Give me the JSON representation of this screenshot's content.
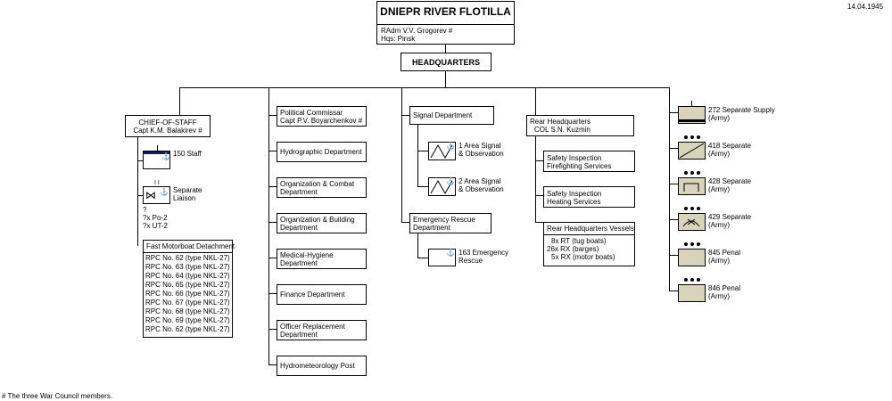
{
  "date": "14.04.1945",
  "title": "DNIEPR RIVER FLOTILLA",
  "commander": "RAdm  V.V. Grogorev #",
  "hqs": "Hqs:  Pinsk",
  "headquarters": "HEADQUARTERS",
  "chief_of_staff": {
    "line1": "CHIEF-OF-STAFF",
    "line2": "Capt  K.M. Balakirev #"
  },
  "staff_unit": "150 Staff",
  "liaison": {
    "line1": "Separate",
    "line2": "Liaison"
  },
  "aircraft": {
    "q": "?",
    "po2": "?x  Po-2",
    "ut2": "?x  UT-2"
  },
  "motorboat": {
    "title": "Fast Motorboat Detachment",
    "items": [
      "RPC No. 62 (type NKL-27)",
      "RPC No. 63 (type NKL-27)",
      "RPC No. 64 (type NKL-27)",
      "RPC No. 65 (type NKL-27)",
      "RPC No. 66 (type NKL-27)",
      "RPC No. 67 (type NKL-27)",
      "RPC No. 68 (type NKL-27)",
      "RPC No. 69 (type NKL-27)",
      "RPC No. 62 (type NKL-27)"
    ]
  },
  "departments": [
    {
      "l1": "Political Commissar",
      "l2": "Capt  P.V. Boyarchenkov #"
    },
    {
      "l1": "Hydrographic Department",
      "l2": ""
    },
    {
      "l1": "Organization & Combat",
      "l2": "Department"
    },
    {
      "l1": "Organization & Building",
      "l2": "Department"
    },
    {
      "l1": "Medical-Hygiene",
      "l2": "Department"
    },
    {
      "l1": "Finance Department",
      "l2": ""
    },
    {
      "l1": "Officer Replacement",
      "l2": "Department"
    },
    {
      "l1": "Hydrometeorology Post",
      "l2": ""
    }
  ],
  "signal": {
    "title": "Signal Department",
    "u1": {
      "l1": "1 Area Signal",
      "l2": "& Observation"
    },
    "u2": {
      "l1": "2 Area Signal",
      "l2": "& Observation"
    }
  },
  "rescue": {
    "l1": "Emergency Rescue",
    "l2": "Department",
    "unit": {
      "l1": "163 Emergency",
      "l2": "Rescue"
    }
  },
  "rear": {
    "l1": "Rear Headquarters",
    "l2": "COL  S.N. Kuzmin",
    "fire": {
      "l1": "Safety Inspection",
      "l2": "Firefighting Services"
    },
    "heat": {
      "l1": "Safety Inspection",
      "l2": "Heating Services"
    },
    "vessels": {
      "title": "Rear Headquarters Vessels",
      "rt": "8x  RT (tug boats)",
      "rx1": "26x  RX (barges)",
      "rx2": "5x  RX (motor boats)"
    }
  },
  "army_units": [
    {
      "l1": "272 Separate Supply",
      "l2": "(Army)"
    },
    {
      "l1": "418 Separate",
      "l2": "(Army)"
    },
    {
      "l1": "428 Separate",
      "l2": "(Army)"
    },
    {
      "l1": "429 Separate",
      "l2": "(Army)"
    },
    {
      "l1": "845 Penal",
      "l2": "(Army)"
    },
    {
      "l1": "846 Penal",
      "l2": "(Army)"
    }
  ],
  "footnote": "#  The three War Council members.",
  "colors": {
    "army_fill": "#d8d4bc",
    "unit_header": "#1a1a5a"
  }
}
